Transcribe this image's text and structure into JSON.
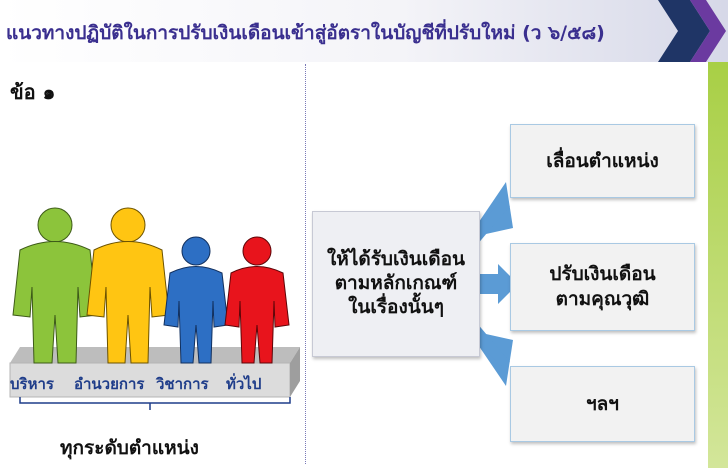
{
  "header": {
    "title": "แนวทางปฏิบัติในการปรับเงินเดือนเข้าสู่อัตราในบัญชีที่ปรับใหม่ (ว ๖/๕๘)"
  },
  "section_label": "ข้อ ๑",
  "people": {
    "roles": [
      "บริหาร",
      "อำนวยการ",
      "วิชาการ",
      "ทั่วไป"
    ],
    "caption": "ทุกระดับตำแหน่ง",
    "colors": [
      "#8cc43b",
      "#ffc512",
      "#2d6fc4",
      "#e8141c"
    ]
  },
  "center": {
    "lines": [
      "ให้ได้รับเงินเดือน",
      "ตามหลักเกณฑ์",
      "ในเรื่องนั้นๆ"
    ]
  },
  "options": [
    {
      "lines": [
        "เลื่อนตำแหน่ง"
      ]
    },
    {
      "lines": [
        "ปรับเงินเดือน",
        "ตามคุณวุฒิ"
      ]
    },
    {
      "lines": [
        "ฯลฯ"
      ]
    }
  ],
  "colors": {
    "title": "#3a2f8f",
    "accent_bar": "#a8cf45",
    "arrow": "#5b9bd5",
    "role_text": "#1f3d8a"
  }
}
